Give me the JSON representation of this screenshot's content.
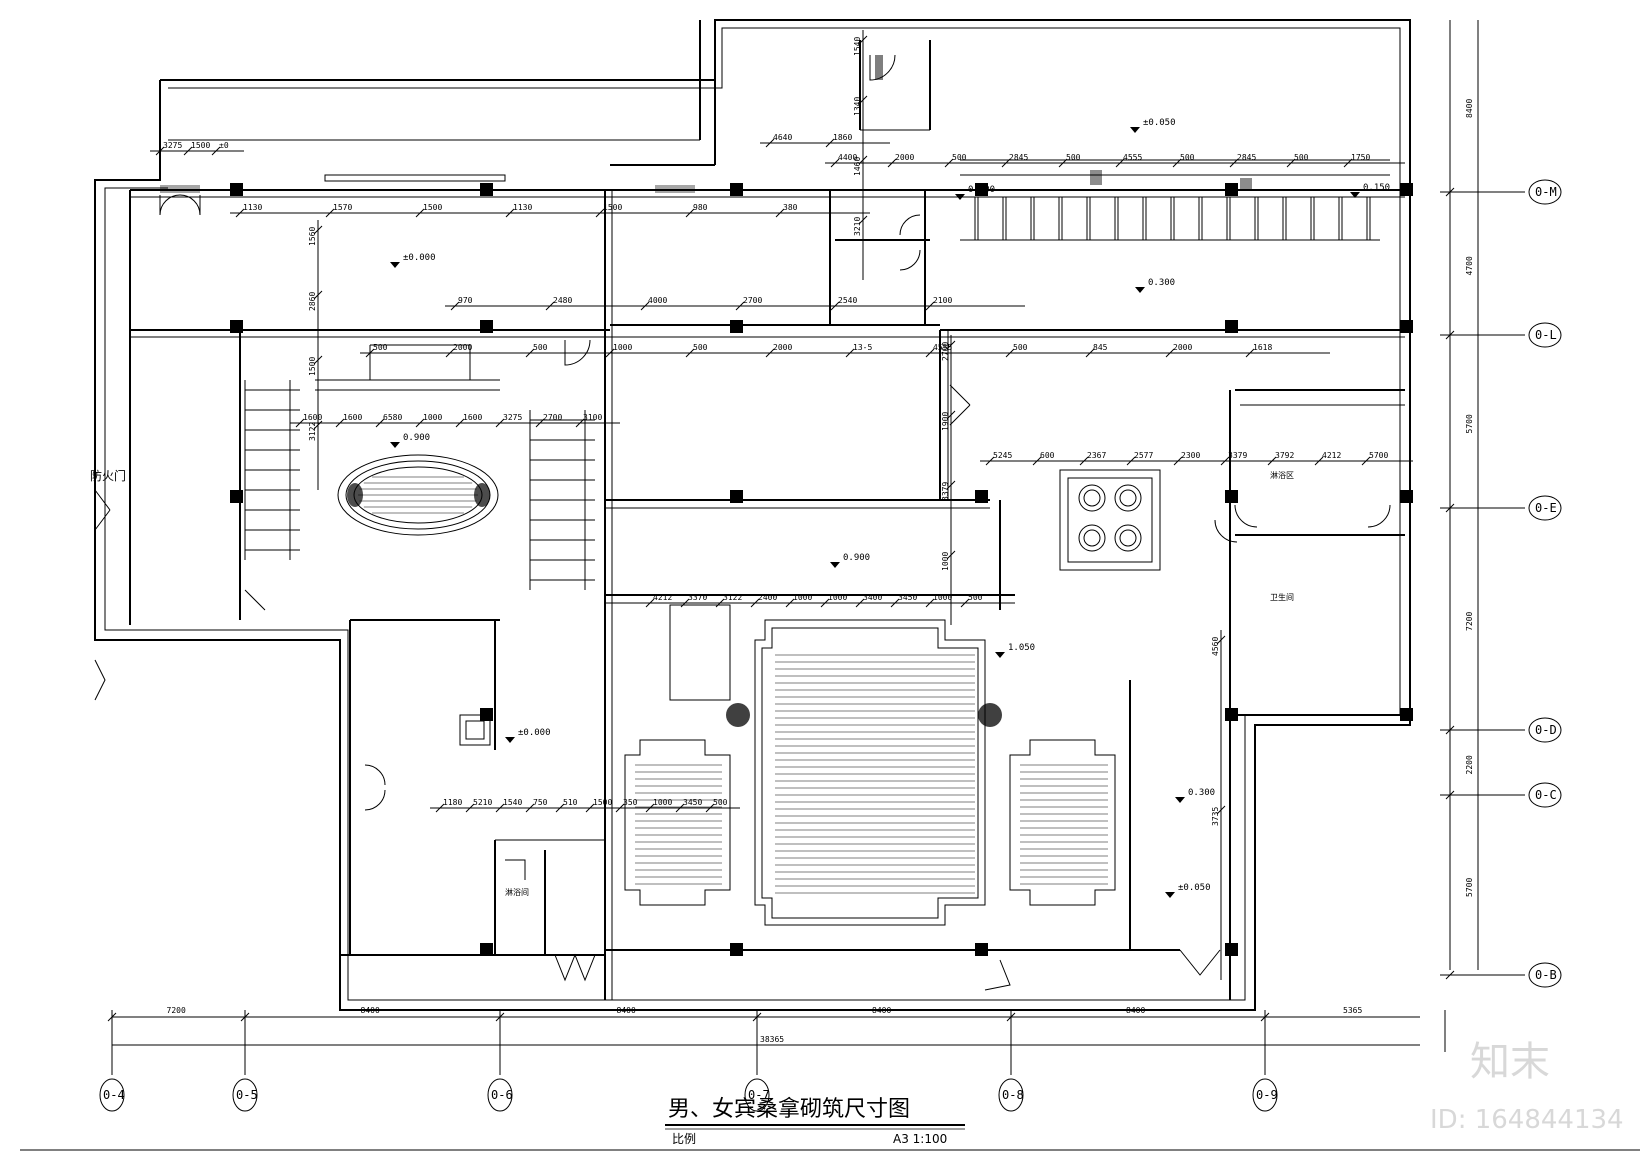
{
  "drawing": {
    "title": "男、女宾桑拿砌筑尺寸图",
    "scale_label": "比例",
    "scale_value": "A3 1:100",
    "fire_door_label": "防火门",
    "room_small_labels": [
      "淋浴区",
      "卫生间",
      "淋浴间"
    ]
  },
  "grid_x": {
    "labels": [
      "0-4",
      "0-5",
      "0-6",
      "0-7",
      "0-8",
      "0-9"
    ],
    "spacings": [
      "7200",
      "8400",
      "8400",
      "8400",
      "8400",
      "5365"
    ],
    "total": "38365"
  },
  "grid_y": {
    "labels": [
      "0-M",
      "0-L",
      "0-E",
      "0-D",
      "0-C",
      "0-B"
    ],
    "spacings": [
      "8400",
      "4700",
      "5700",
      "7200",
      "2200",
      "5700"
    ]
  },
  "levels": [
    "±0.050",
    "±0.000",
    "0.300",
    "0.900",
    "0.900",
    "±0.000",
    "1.050",
    "0.300",
    "±0.050",
    "0.150",
    "0.300"
  ],
  "dimensions": {
    "top": [
      "3275",
      "1500",
      "±0",
      "4640",
      "1860",
      "4400",
      "2000",
      "500",
      "2845",
      "500",
      "4555",
      "500",
      "2845",
      "500",
      "1750"
    ],
    "row2": [
      "1130",
      "1570",
      "1500",
      "1130",
      "1500",
      "980",
      "380"
    ],
    "row3": [
      "970",
      "2480",
      "4000",
      "2700",
      "2540",
      "2100"
    ],
    "row4": [
      "500",
      "2000",
      "500",
      "1000",
      "500",
      "2000",
      "13-5",
      "4555",
      "500",
      "845",
      "2000",
      "1618"
    ],
    "left_locker": [
      "1600",
      "1600",
      "6580",
      "1000",
      "1600",
      "3275",
      "2700",
      "3100"
    ],
    "sauna": [
      "4212",
      "3370",
      "3122",
      "2400",
      "1000",
      "1000",
      "3400",
      "3450",
      "1000",
      "500"
    ],
    "right": [
      "5245",
      "600",
      "2367",
      "2577",
      "2300",
      "3379",
      "3792",
      "4212",
      "5700"
    ],
    "bottom_left": [
      "1180",
      "5210",
      "1540",
      "750",
      "510",
      "1500",
      "350",
      "1000",
      "3450",
      "500"
    ]
  },
  "watermark": {
    "logo": "知末",
    "id": "ID: 164844134"
  }
}
